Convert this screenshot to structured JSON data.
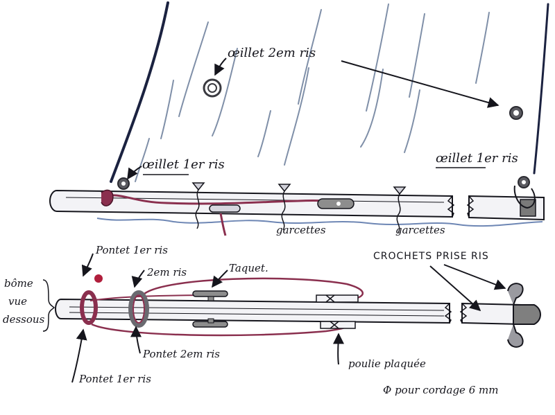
{
  "colors": {
    "ink": "#15151c",
    "boom_fill": "#f3f3f6",
    "reef_line": "#8a2f4e",
    "sail_shade": "#7f8fa8",
    "shadow_blue": "#6d86b4",
    "eyelet": "#3a3a40"
  },
  "top_view": {
    "eyelet_2nd_reef": "œillet 2em ris",
    "eyelet_1st_reef_left": "œillet 1er ris",
    "eyelet_1st_reef_right": "œillet 1er ris",
    "garcette_left": "garcettes",
    "garcette_right": "garcettes"
  },
  "bottom_view": {
    "boom_from_below": [
      "bôme",
      "vue",
      "dessous"
    ],
    "pontet_1st_top": "Pontet 1er ris",
    "pontet_2nd_top": "2em ris",
    "taquet": "Taquet.",
    "hooks": "CROCHETS PRISE RIS",
    "pontet_2nd_bottom": "Pontet 2em ris",
    "pontet_1st_bottom": "Pontet 1er ris",
    "pulley_line1": "poulie plaquée",
    "pulley_line2": "Φ pour cordage 6 mm"
  }
}
